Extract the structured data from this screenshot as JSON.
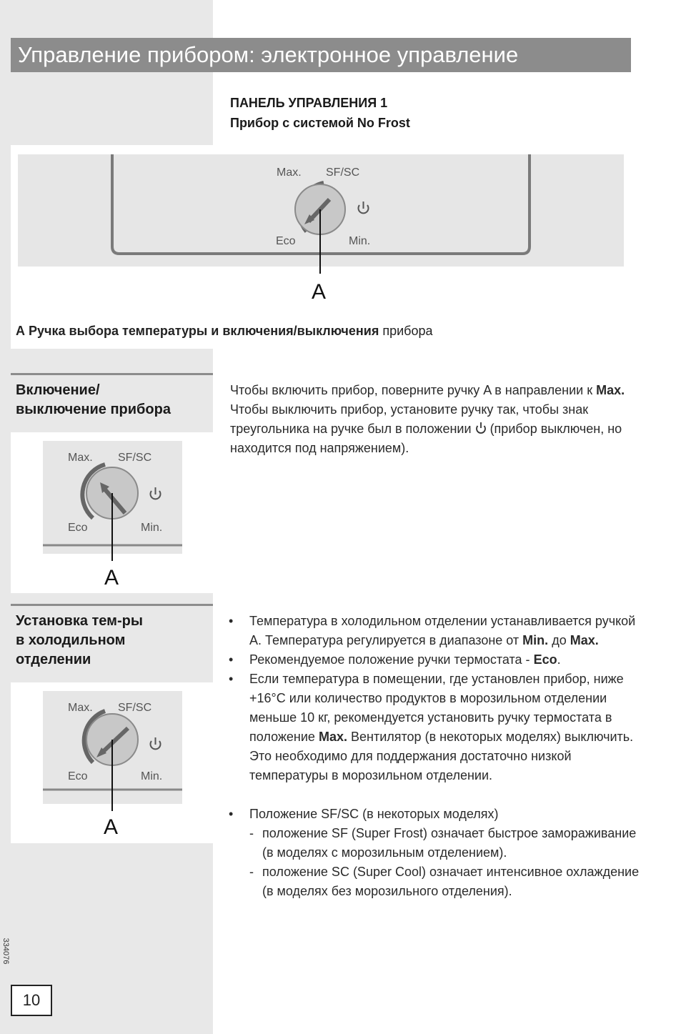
{
  "page_title": "Управление прибором: электронное управление",
  "panel": {
    "heading_line1": "ПАНЕЛЬ УПРАВЛЕНИЯ 1",
    "heading_line2": "Прибор с системой No Frost"
  },
  "dial": {
    "max_label": "Max.",
    "sfsc_label": "SF/SC",
    "eco_label": "Eco",
    "min_label": "Min.",
    "knob_marker": "A"
  },
  "caption": {
    "letter": "A",
    "bold": "Ручка выбора температуры и включения/выключения",
    "rest": "прибора"
  },
  "section_onoff": {
    "title_line1": "Включение/",
    "title_line2": "выключение прибора",
    "text_1": "Чтобы включить прибор, поверните ручку A в направлении к",
    "text_2": "Max.",
    "text_3": "Чтобы выключить прибор, установите ручку так, чтобы знак треугольника на ручке был в положении",
    "text_4": "(прибор выключен, но находится под напряжением)."
  },
  "section_temp": {
    "title_line1": "Установка тем-ры",
    "title_line2": "в холодильном",
    "title_line3": "отделении",
    "b1_text": "Температура в холодильном отделении устанавливается ручкой A. Температура регулируется в диапазоне от",
    "b1_min": "Min.",
    "b1_to": "до",
    "b1_max": "Max.",
    "b2_text": "Рекомендуемое положение ручки термостата -",
    "b2_eco": "Eco",
    "b3_text": "Если температура в помещении, где установлен прибор, ниже +16°C или количество продуктов в морозильном отделении меньше 10 кг, рекомендуется установить ручку термостата в положение",
    "b3_max": "Max.",
    "b3_rest": "Вентилятор (в некоторых моделях) выключить. Это необходимо для поддержания достаточно низкой температуры в морозильном отделении.",
    "b4_text": "Положение SF/SC (в некоторых моделях)",
    "sub1": "положение SF (Super Frost) означает быстрое замораживание (в моделях с морозильным отделением).",
    "sub2": "положение SC (Super Cool) означает интенсивное охлаждение (в моделях без морозильного отделения)."
  },
  "doc_code": "334076",
  "page_number": "10"
}
